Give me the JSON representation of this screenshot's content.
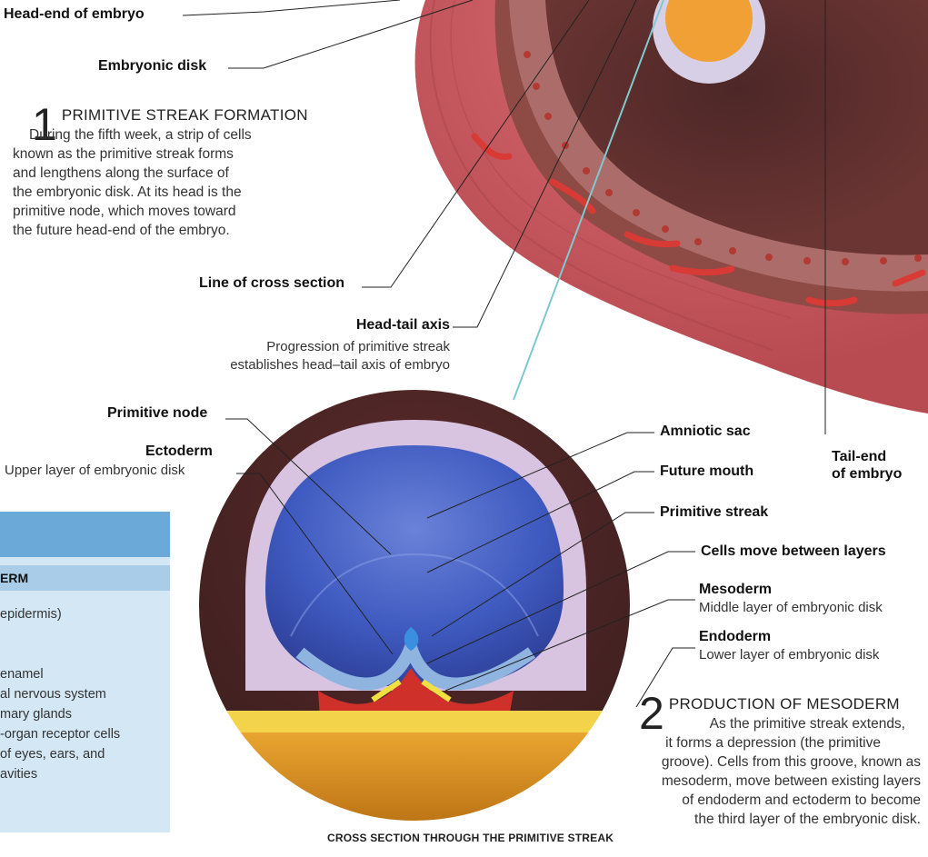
{
  "labels": {
    "head_end": "Head-end of embryo",
    "embryonic_disk": "Embryonic disk",
    "line_cross_section": "Line of cross section",
    "head_tail_axis": "Head-tail axis",
    "head_tail_desc_1": "Progression of primitive streak",
    "head_tail_desc_2": "establishes head–tail axis of embryo",
    "primitive_node": "Primitive node",
    "ectoderm": "Ectoderm",
    "ectoderm_desc": "Upper layer of embryonic disk",
    "amniotic_sac": "Amniotic sac",
    "future_mouth": "Future mouth",
    "primitive_streak": "Primitive streak",
    "tail_end_1": "Tail-end",
    "tail_end_2": "of embryo",
    "cells_move": "Cells move between layers",
    "mesoderm": "Mesoderm",
    "mesoderm_desc": "Middle layer of embryonic disk",
    "endoderm": "Endoderm",
    "endoderm_desc": "Lower layer of embryonic disk"
  },
  "section1": {
    "number": "1",
    "title": "PRIMITIVE STREAK FORMATION",
    "lines": [
      "During the fifth week, a strip of cells",
      "known as the primitive streak forms",
      "and lengthens along the surface of",
      "the embryonic disk. At its head is the",
      "primitive node, which moves toward",
      "the future head-end of the embryo."
    ]
  },
  "section2": {
    "number": "2",
    "title": "PRODUCTION OF MESODERM",
    "lines": [
      "As the primitive streak extends,",
      "it forms a depression (the primitive",
      "groove). Cells from this groove, known as",
      "mesoderm, move between existing layers",
      "of endoderm and ectoderm to become",
      "the third layer of the embryonic disk."
    ]
  },
  "caption": "CROSS SECTION THROUGH THE PRIMITIVE STREAK",
  "panel": {
    "subheading": "ERM",
    "items": [
      "epidermis)",
      "",
      "",
      "enamel",
      "al nervous system",
      "mary glands",
      "-organ receptor cells",
      "of eyes, ears, and",
      "avities"
    ]
  },
  "colors": {
    "tissue": "#c8565e",
    "amnion_blue": "#3b55b8",
    "yolk": "#e8a21c",
    "panel_bg": "#d3e7f5",
    "panel_head": "#6aa9d8"
  }
}
